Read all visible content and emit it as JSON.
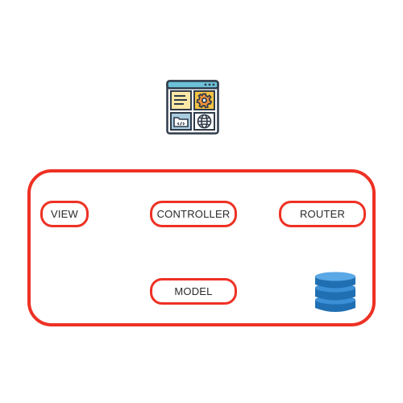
{
  "icons": {
    "app": "web-app-window-icon",
    "database": "database-icon"
  },
  "colors": {
    "frame": "#ee3124",
    "database": "#2b7bc4"
  },
  "nodes": {
    "view": "VIEW",
    "controller": "CONTROLLER",
    "router": "ROUTER",
    "model": "MODEL"
  }
}
